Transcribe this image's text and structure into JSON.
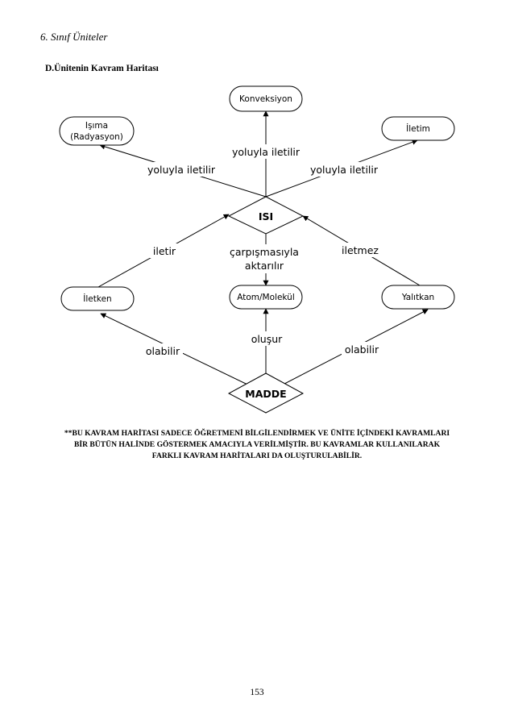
{
  "header": {
    "text": "6. Sınıf Üniteler"
  },
  "section": {
    "title": "D.Ünitenin Kavram Haritası"
  },
  "concept_map": {
    "nodes": {
      "konveksiyon": "Konveksiyon",
      "isima_line1": "Işıma",
      "isima_line2": "(Radyasyon)",
      "iletim": "İletim",
      "isi": "ISI",
      "iletken": "İletken",
      "atom": "Atom/Molekül",
      "yalitkan": "Yalıtkan",
      "madde": "MADDE"
    },
    "edges": {
      "yoluyla_center": "yoluyla iletilir",
      "yoluyla_left": "yoluyla iletilir",
      "yoluyla_right": "yoluyla iletilir",
      "iletir": "iletir",
      "carpisma_line1": "çarpışmasıyla",
      "carpisma_line2": "aktarılır",
      "iletmez": "iletmez",
      "olabilir_left": "olabilir",
      "olusur": "oluşur",
      "olabilir_right": "olabilir"
    }
  },
  "note": {
    "line1": "**BU KAVRAM HARİTASI SADECE ÖĞRETMENİ BİLGİLENDİRMEK VE ÜNİTE İÇİNDEKİ KAVRAMLARI",
    "line2": "BİR BÜTÜN HALİNDE GÖSTERMEK AMACIYLA VERİLMİŞTİR. BU KAVRAMLAR KULLANILARAK",
    "line3": "FARKLI KAVRAM HARİTALARI DA OLUŞTURULABİLİR."
  },
  "page": {
    "number": "153"
  }
}
